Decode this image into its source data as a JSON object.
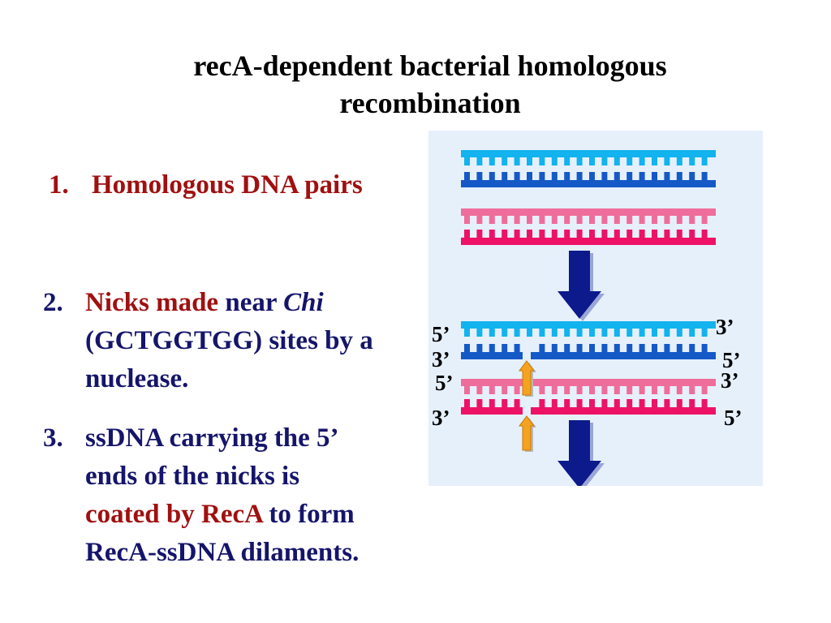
{
  "title": {
    "line1": "recA-dependent bacterial homologous",
    "line2": "recombination"
  },
  "steps": [
    {
      "number": "1.",
      "text": "Homologous DNA pairs"
    },
    {
      "number": "2.",
      "part1": "Nicks made",
      "part2": " near ",
      "part3": "Chi",
      "part4": " (GCTGGTGG) sites by a nuclease."
    },
    {
      "number": "3.",
      "part1": " ssDNA carrying the 5’ ends of the nicks is ",
      "part2": "coated by RecA",
      "part3": " to form RecA-ssDNA dilaments."
    }
  ],
  "diagram": {
    "end_labels": {
      "top_left": "5’",
      "top_right": "3’",
      "blue_bottom_left": "3’",
      "blue_bottom_right": "5’",
      "pink_top_left": "5’",
      "pink_top_right": "3’",
      "bottom_left": "3’",
      "bottom_right": "5’"
    },
    "colors": {
      "panel_bg": "#e6f0fb",
      "cyan_strand": "#12b3ee",
      "blue_strand": "#1459c6",
      "light_pink_strand": "#ef6d9a",
      "deep_pink_strand": "#ee1266",
      "arrow_navy": "#0c1a8c",
      "nick_arrow": "#f5a21f"
    },
    "icons": [
      "down-arrow-icon",
      "nick-arrow-icon"
    ]
  }
}
